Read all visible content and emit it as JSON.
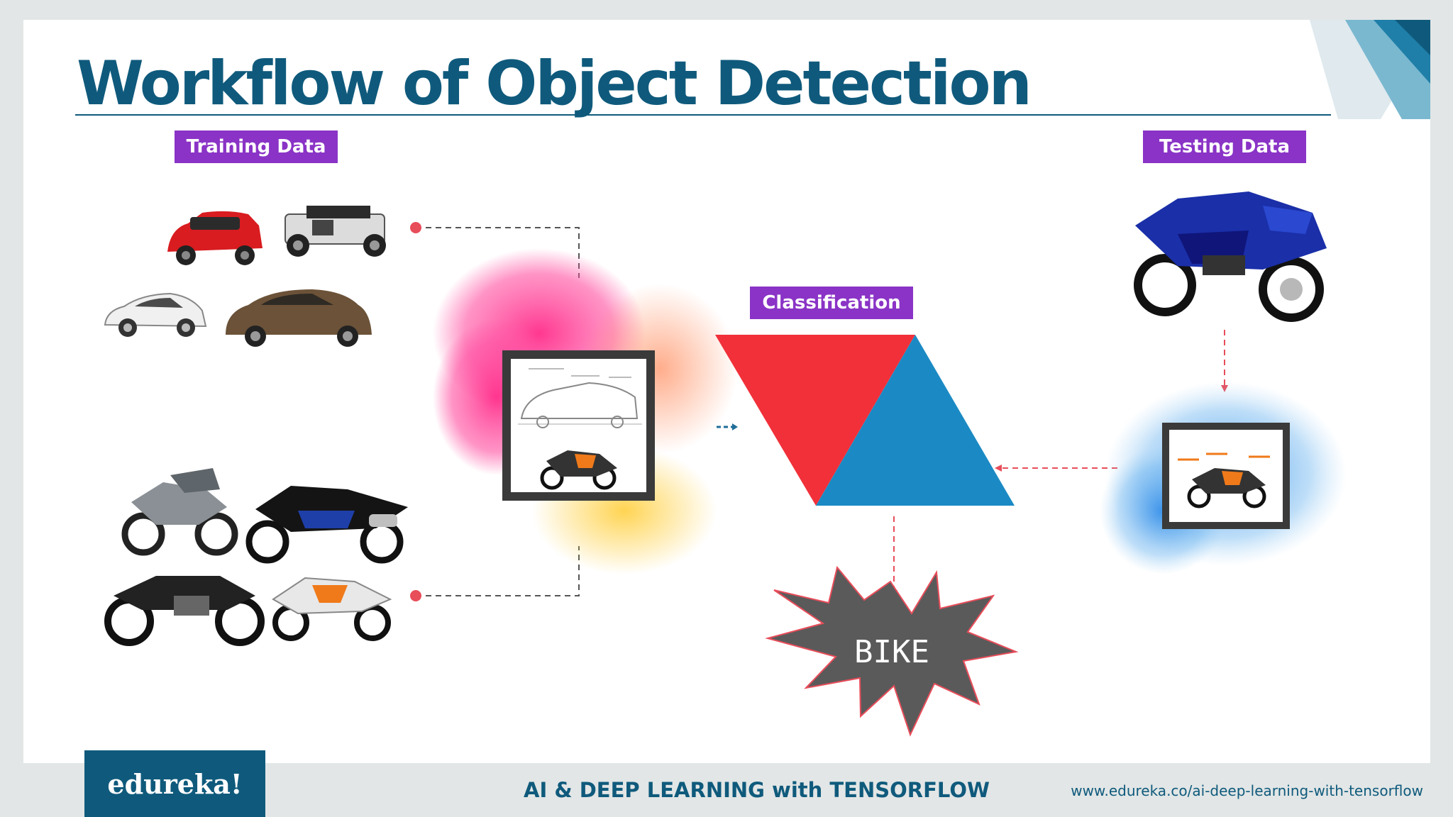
{
  "slide": {
    "title": "Workflow of Object Detection"
  },
  "labels": {
    "training_data": "Training Data",
    "testing_data": "Testing Data",
    "classification": "Classification"
  },
  "output": {
    "text": "BIKE"
  },
  "footer": {
    "logo": "edureka!",
    "course": "AI & DEEP LEARNING with TENSORFLOW",
    "url": "www.edureka.co/ai-deep-learning-with-tensorflow"
  },
  "colors": {
    "brand_blue": "#0f5a7c",
    "label_purple": "#8a33c6",
    "triangle_red": "#f1303a",
    "triangle_blue": "#1b8ac4",
    "star_gray": "#5a5a5a",
    "connector_red": "#e84d5a"
  }
}
